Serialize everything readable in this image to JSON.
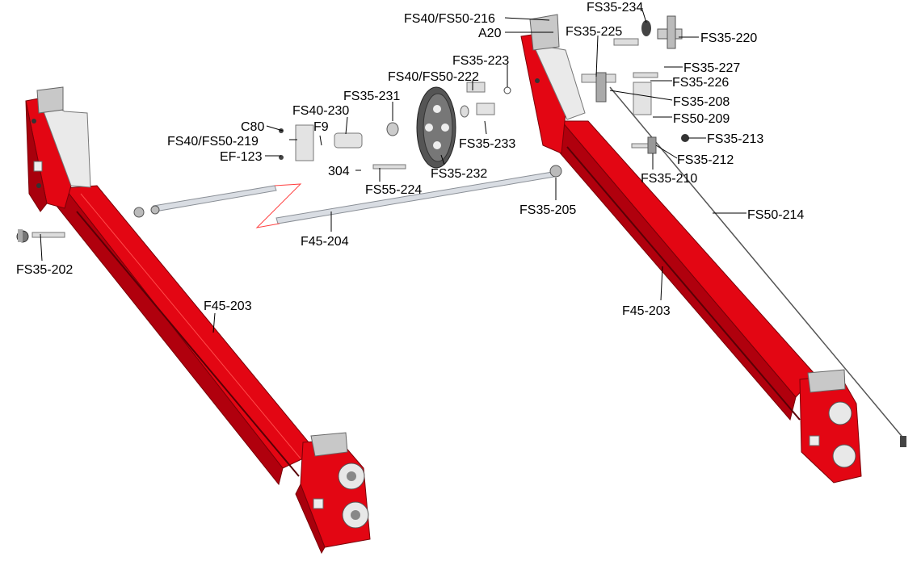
{
  "colors": {
    "frame_red": "#e30613",
    "frame_dark": "#a8000c",
    "plate_grey": "#c8c8c8",
    "rod_grey": "#d9dde3",
    "leader": "#000000"
  },
  "labels": {
    "fs40_fs50_216": "FS40/FS50-216",
    "a20": "A20",
    "fs35_234": "FS35-234",
    "fs35_225": "FS35-225",
    "fs35_220": "FS35-220",
    "fs35_223": "FS35-223",
    "fs40_fs50_222": "FS40/FS50-222",
    "fs35_227": "FS35-227",
    "fs35_226": "FS35-226",
    "fs35_231": "FS35-231",
    "fs40_230": "FS40-230",
    "fs35_208": "FS35-208",
    "c80": "C80",
    "f9": "F9",
    "fs50_209": "FS50-209",
    "fs40_fs50_219": "FS40/FS50-219",
    "fs35_233": "FS35-233",
    "fs35_213": "FS35-213",
    "ef_123": "EF-123",
    "fs35_212": "FS35-212",
    "p304": "304",
    "fs35_232": "FS35-232",
    "fs35_210": "FS35-210",
    "fs55_224": "FS55-224",
    "fs35_205": "FS35-205",
    "fs50_214": "FS50-214",
    "f45_204": "F45-204",
    "fs35_202": "FS35-202",
    "f45_203_left": "F45-203",
    "f45_203_right": "F45-203"
  }
}
